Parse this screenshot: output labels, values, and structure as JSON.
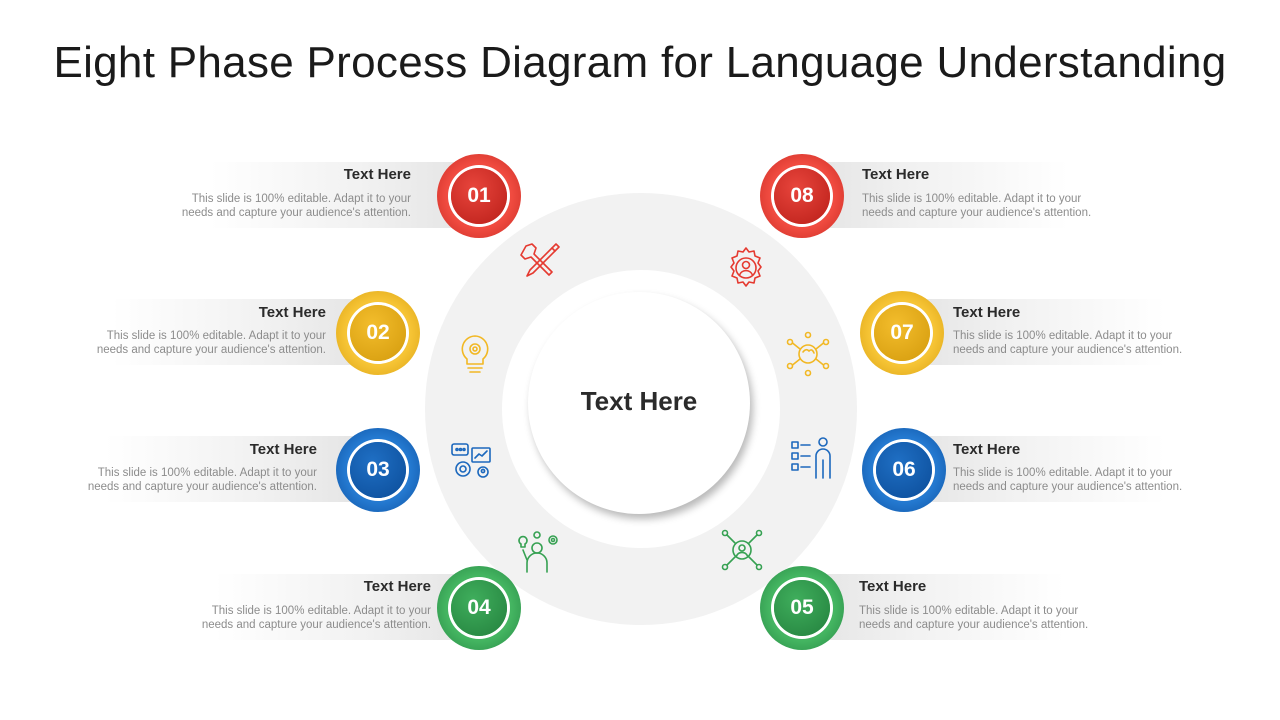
{
  "title": "Eight Phase Process Diagram for Language Understanding",
  "center_label": "Text Here",
  "phases": [
    {
      "number": "01",
      "heading": "Text Here",
      "desc_line1": "This slide is 100% editable. Adapt it to your",
      "desc_line2": "needs and capture your audience's attention.",
      "color": "#e53a30",
      "icon": "tools-icon"
    },
    {
      "number": "02",
      "heading": "Text Here",
      "desc_line1": "This slide is 100% editable. Adapt it to your",
      "desc_line2": "needs and capture your audience's attention.",
      "color": "#f2b824",
      "icon": "lightbulb-gear-icon"
    },
    {
      "number": "03",
      "heading": "Text Here",
      "desc_line1": "This slide is 100% editable. Adapt it to your",
      "desc_line2": "needs and capture your audience's attention.",
      "color": "#1c68bd",
      "icon": "settings-dashboard-icon"
    },
    {
      "number": "04",
      "heading": "Text Here",
      "desc_line1": "This slide is 100% editable. Adapt it to your",
      "desc_line2": "needs and capture your audience's attention.",
      "color": "#36a152",
      "icon": "person-ideas-icon"
    },
    {
      "number": "05",
      "heading": "Text Here",
      "desc_line1": "This slide is 100% editable. Adapt it to your",
      "desc_line2": "needs and capture your audience's attention.",
      "color": "#36a152",
      "icon": "network-user-icon"
    },
    {
      "number": "06",
      "heading": "Text Here",
      "desc_line1": "This slide is 100% editable. Adapt it to your",
      "desc_line2": "needs and capture your audience's attention.",
      "color": "#1c68bd",
      "icon": "checklist-person-icon"
    },
    {
      "number": "07",
      "heading": "Text Here",
      "desc_line1": "This slide is 100% editable. Adapt it to your",
      "desc_line2": "needs and capture your audience's attention.",
      "color": "#f2b824",
      "icon": "brain-network-icon"
    },
    {
      "number": "08",
      "heading": "Text Here",
      "desc_line1": "This slide is 100% editable. Adapt it to your",
      "desc_line2": "needs and capture your audience's attention.",
      "color": "#e53a30",
      "icon": "user-gear-icon"
    }
  ]
}
